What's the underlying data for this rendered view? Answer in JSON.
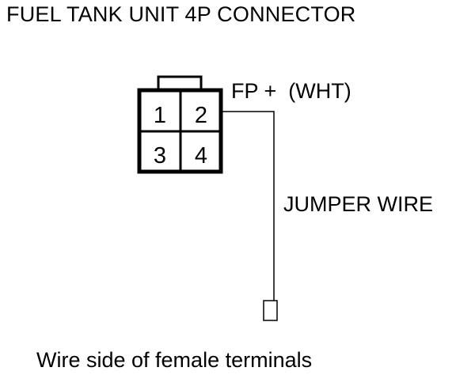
{
  "title": "FUEL TANK UNIT 4P CONNECTOR",
  "connector": {
    "pins": [
      "1",
      "2",
      "3",
      "4"
    ],
    "terminal_label": "FP +  (WHT)"
  },
  "wire_label": "JUMPER WIRE",
  "caption": "Wire side of female terminals"
}
